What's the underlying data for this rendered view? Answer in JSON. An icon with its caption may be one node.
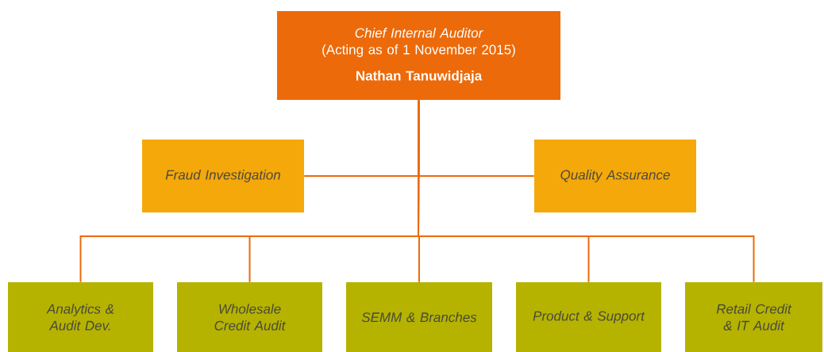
{
  "diagram": {
    "nodes": [
      {
        "text": [
          "Chief Internal Auditor",
          "(Acting as of 1 November 2015)",
          "Nathan Tanuwidjaja"
        ]
      },
      {
        "text": [
          "Fraud Investigation"
        ]
      },
      {
        "text": [
          "Quality Assurance"
        ]
      },
      {
        "text": [
          "Analytics & Audit Dev."
        ]
      },
      {
        "text": [
          "Wholesale Credit Audit"
        ]
      },
      {
        "text": [
          "SEMM & Branches"
        ]
      },
      {
        "text": [
          "Product & Support"
        ]
      },
      {
        "text": [
          "Retail Credit & IT Audit"
        ]
      }
    ],
    "edges": [
      {
        "from": 0,
        "to": 1,
        "arrow": "none"
      },
      {
        "from": 0,
        "to": 2,
        "arrow": "none"
      },
      {
        "from": 0,
        "to": 3,
        "arrow": "none"
      },
      {
        "from": 0,
        "to": 4,
        "arrow": "none"
      },
      {
        "from": 0,
        "to": 5,
        "arrow": "none"
      },
      {
        "from": 0,
        "to": 6,
        "arrow": "none"
      },
      {
        "from": 0,
        "to": 7,
        "arrow": "none"
      }
    ]
  }
}
